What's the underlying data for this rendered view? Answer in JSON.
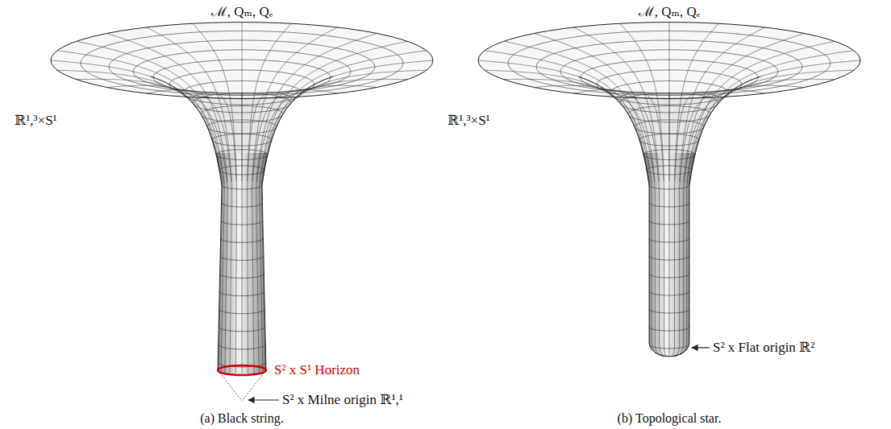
{
  "diagram": {
    "labels": [
      "ℳ, Qₘ, Qₑ",
      "ℝ¹,³×S¹",
      "S² x S¹ Horizon",
      "S² x Milne origin ℝ¹,¹",
      "(a) Black string.",
      "ℳ, Qₘ, Qₑ",
      "ℝ¹,³×S¹",
      "S² x Flat origin ℝ²",
      "(b) Topological star."
    ]
  }
}
